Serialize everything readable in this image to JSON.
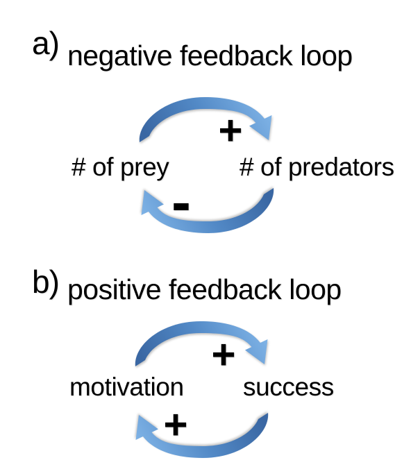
{
  "figure": {
    "background_color": "#ffffff",
    "text_color": "#000000",
    "arrow_gradient": {
      "tail": "#3a67a3",
      "mid": "#5289c6",
      "head": "#7fb3e6"
    },
    "diagrams": [
      {
        "label": "a)",
        "title": "negative feedback loop",
        "left_node": "# of prey",
        "right_node": "# of predators",
        "top_sign": "+",
        "bottom_sign": "-"
      },
      {
        "label": "b)",
        "title": "positive feedback loop",
        "left_node": "motivation",
        "right_node": "success",
        "top_sign": "+",
        "bottom_sign": "+"
      }
    ]
  }
}
